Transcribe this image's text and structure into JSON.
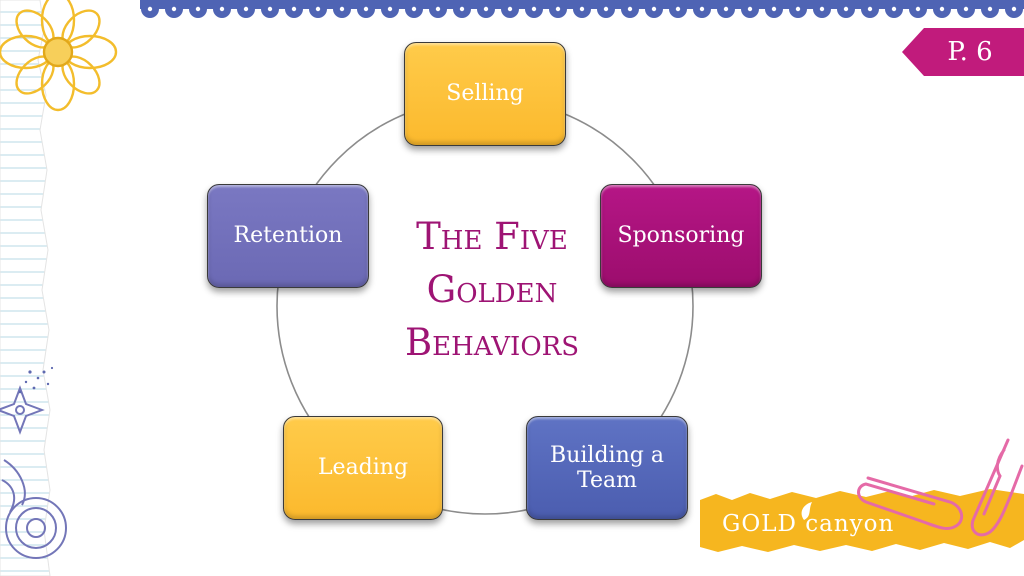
{
  "page": {
    "number_label": "P. 6"
  },
  "diagram": {
    "title_lines": [
      "The Five",
      "Golden",
      "Behaviors"
    ],
    "nodes": {
      "selling": "Selling",
      "sponsoring": "Sponsoring",
      "retention": "Retention",
      "leading": "Leading",
      "building_a_team": "Building a Team"
    }
  },
  "logo": {
    "text": "GOLD canyon"
  },
  "colors": {
    "gold": "#fbb92d",
    "magenta": "#9c0d6d",
    "purple": "#6b69b4",
    "blue": "#4b5daf",
    "title": "#9e1474",
    "page_tab": "#c11b7c",
    "scallop_border": "#4f64b4"
  }
}
